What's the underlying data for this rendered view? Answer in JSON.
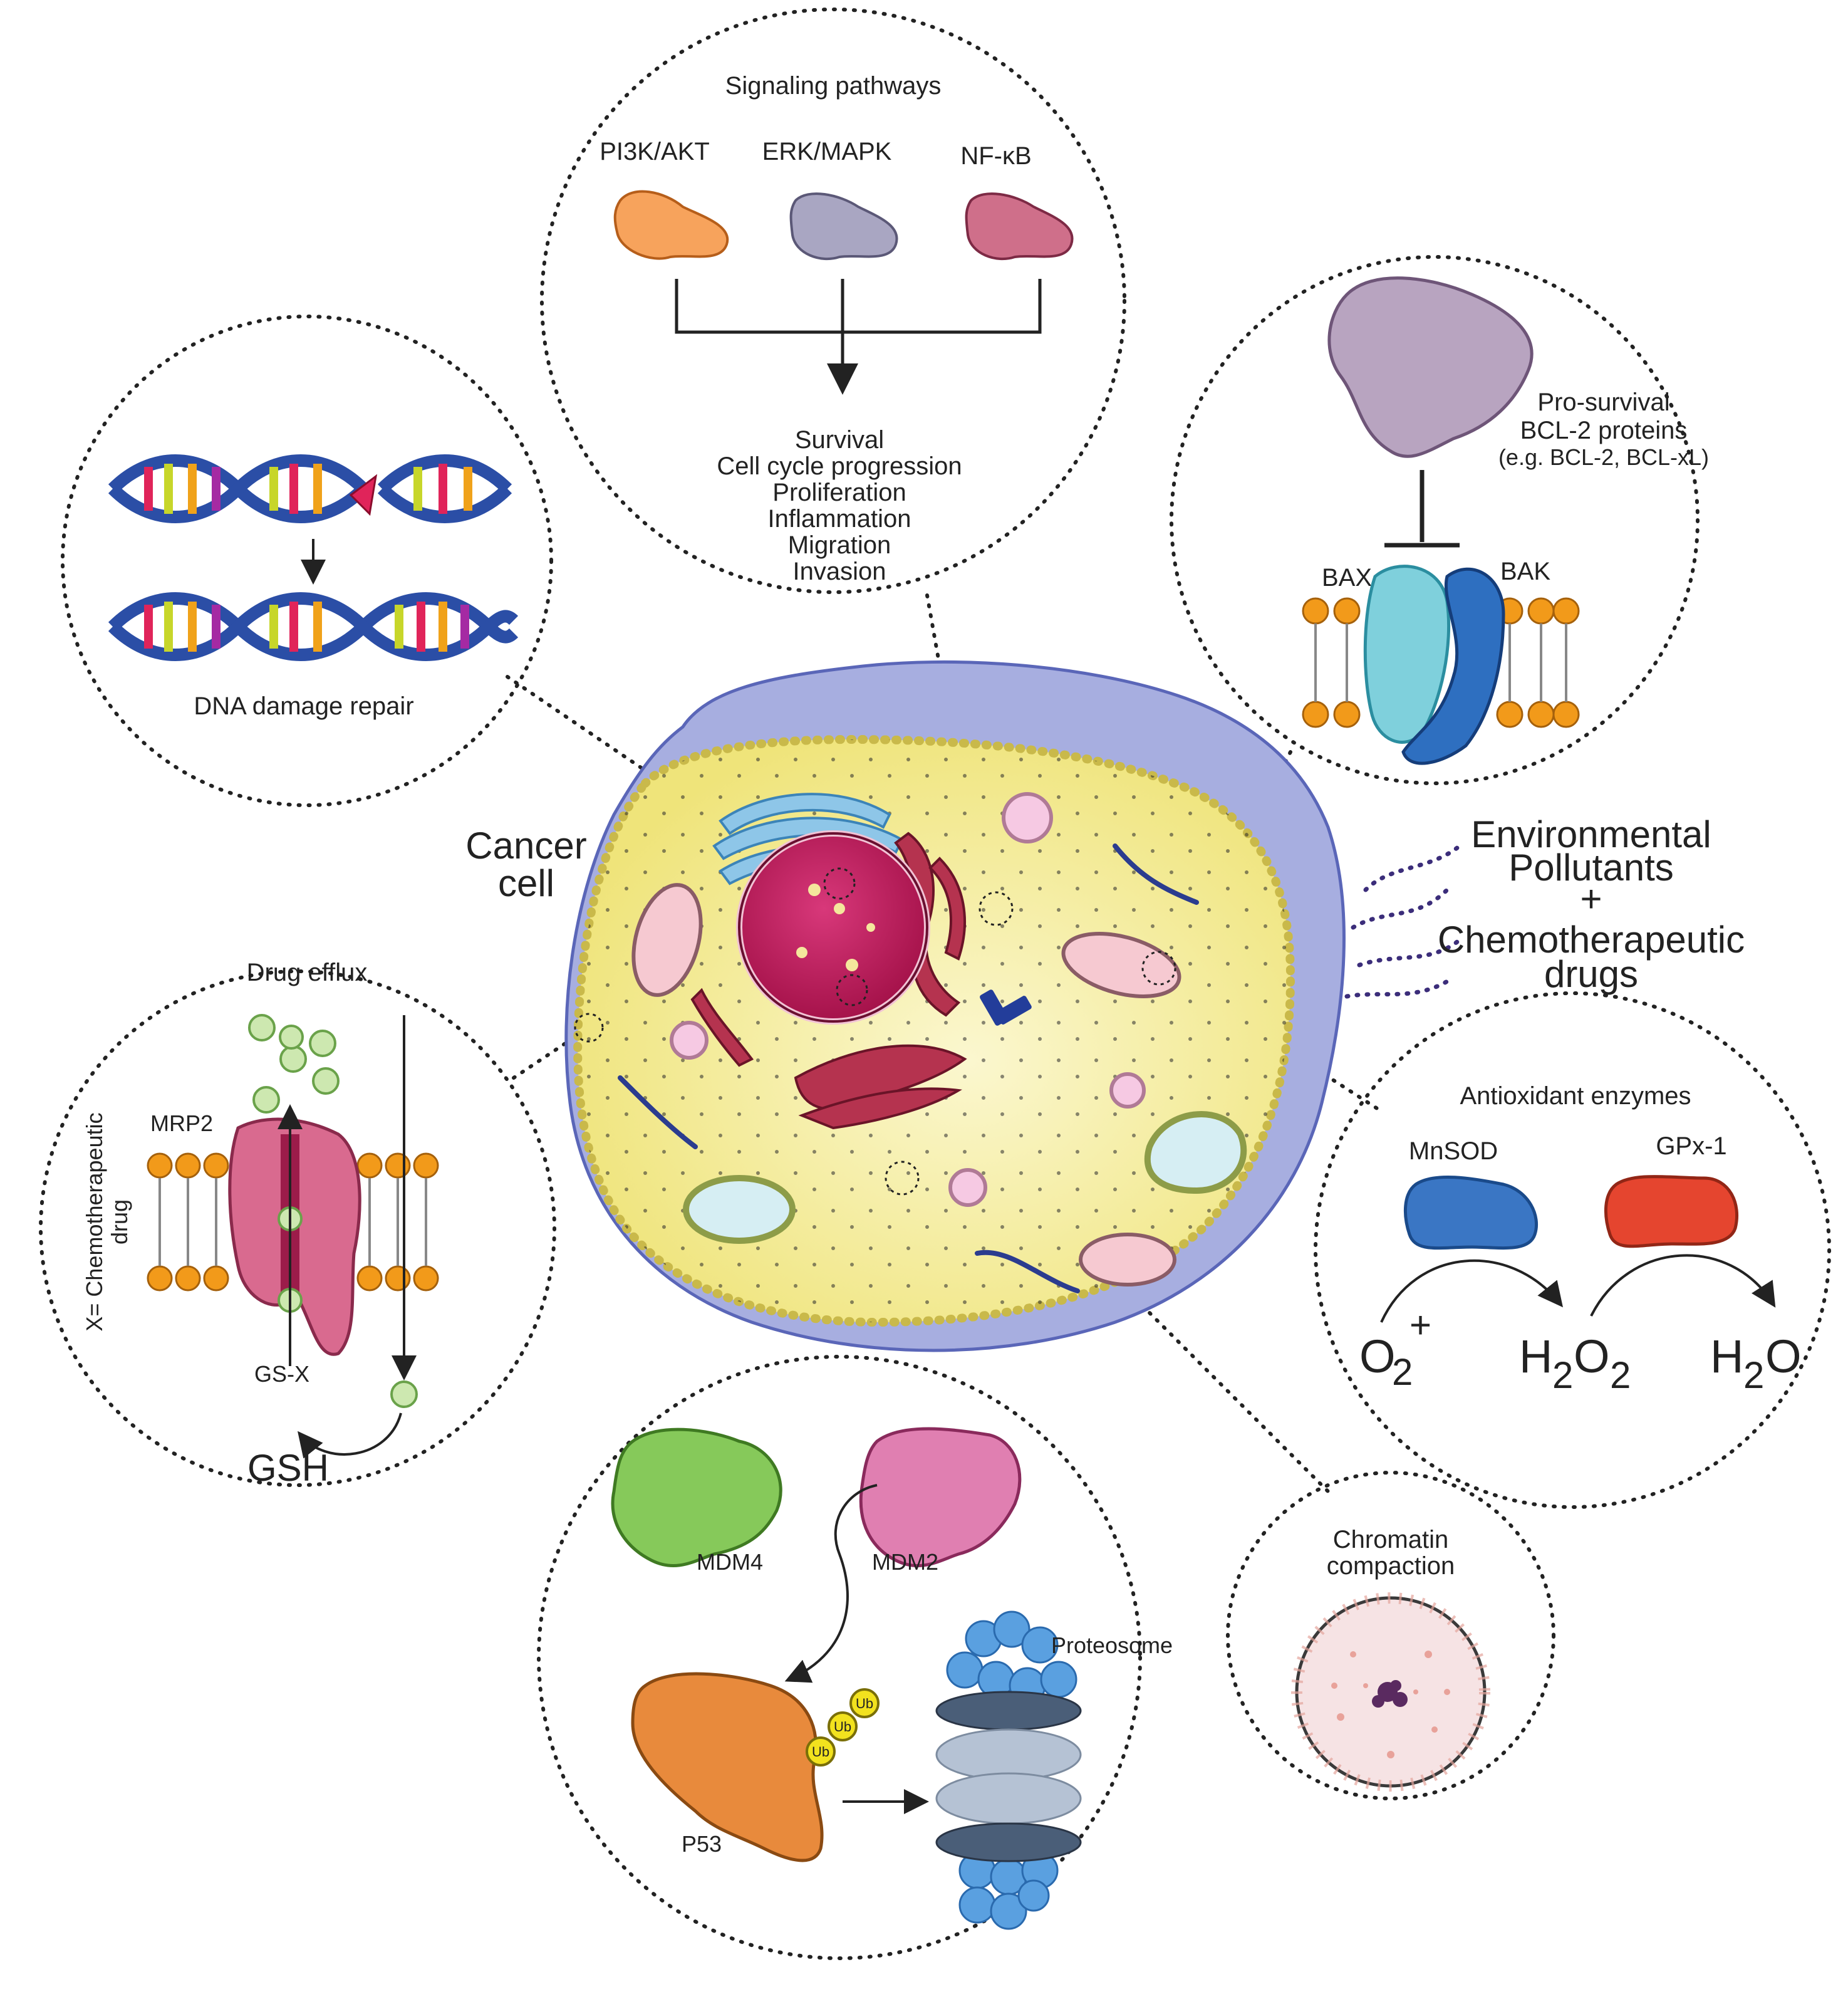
{
  "colors": {
    "membrane": "#8a95d6",
    "cytoplasm": "#f5ef9a",
    "nucleus": "#c21f5c",
    "lipid_head": "#f29a1a",
    "pi3k": "#f7a35c",
    "erk": "#a9a6c2",
    "nfkb": "#cf6f8a",
    "mnsod": "#3a76c4",
    "gpx": "#e5452f",
    "mdm4": "#86c95a",
    "mdm2": "#e07fb1",
    "p53": "#e88a3c",
    "proteasome_cap": "#5aa0e0"
  },
  "cell": {
    "label_line1": "Cancer",
    "label_line2": "cell"
  },
  "pollutants": {
    "line1": "Environmental",
    "line2": "Pollutants",
    "line3": "+",
    "line4": "Chemotherapeutic",
    "line5": "drugs"
  },
  "signaling": {
    "title": "Signaling pathways",
    "pathways": [
      "PI3K/AKT",
      "ERK/MAPK",
      "NF-κB"
    ],
    "outcomes": [
      "Survival",
      "Cell cycle progression",
      "Proliferation",
      "Inflammation",
      "Migration",
      "Invasion"
    ]
  },
  "dna": {
    "label": "DNA damage repair"
  },
  "bcl2": {
    "line1": "Pro-survival",
    "line2": "BCL-2 proteins",
    "line3": "(e.g. BCL-2, BCL-xL)",
    "bax": "BAX",
    "bak": "BAK"
  },
  "efflux": {
    "title": "Drug efflux",
    "transporter": "MRP2",
    "side_label_line1": "X= Chemotherapeutic",
    "side_label_line2": "drug",
    "conjugate": "GS-X",
    "gsh": "GSH"
  },
  "antioxidant": {
    "title": "Antioxidant enzymes",
    "enzyme1": "MnSOD",
    "enzyme2": "GPx-1",
    "species1": "O",
    "species1_sub": "2",
    "species1_sup": "+",
    "species2_a": "H",
    "species2_sub1": "2",
    "species2_b": "O",
    "species2_sub2": "2",
    "species3_a": "H",
    "species3_sub": "2",
    "species3_b": "O"
  },
  "p53": {
    "mdm4": "MDM4",
    "mdm2": "MDM2",
    "p53": "P53",
    "ub": "Ub",
    "proteasome": "Proteosome"
  },
  "chromatin": {
    "line1": "Chromatin",
    "line2": "compaction"
  }
}
